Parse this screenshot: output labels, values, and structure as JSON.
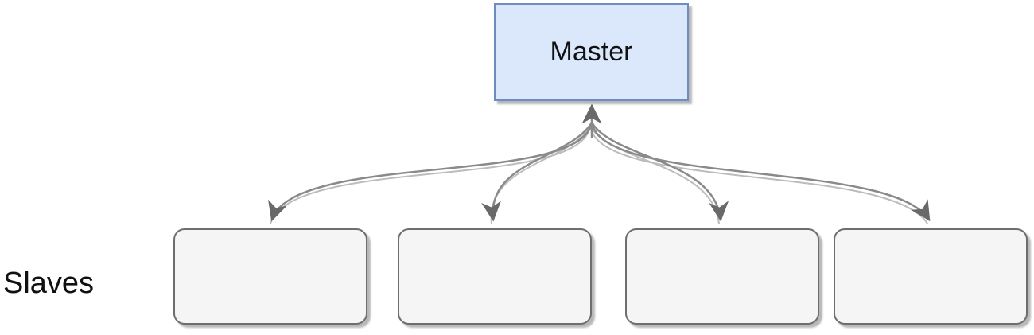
{
  "diagram": {
    "type": "master-slaves-architecture",
    "master": {
      "label": "Master"
    },
    "slaves": {
      "group_label": "Slaves",
      "boxes": [
        {
          "label": ""
        },
        {
          "label": ""
        },
        {
          "label": ""
        },
        {
          "label": ""
        }
      ]
    },
    "connections": [
      {
        "from": "master",
        "to": "slave-1",
        "bidirectional": true,
        "style": "curved"
      },
      {
        "from": "master",
        "to": "slave-2",
        "bidirectional": true,
        "style": "curved"
      },
      {
        "from": "master",
        "to": "slave-3",
        "bidirectional": true,
        "style": "curved"
      },
      {
        "from": "master",
        "to": "slave-4",
        "bidirectional": true,
        "style": "curved"
      }
    ],
    "colors": {
      "master_fill": "#dbe8fc",
      "master_border": "#6d8cbf",
      "slave_fill": "#f5f5f5",
      "slave_border": "#6e6e6e",
      "arrow_dark": "#8a8a8a",
      "arrow_light": "#bcbcbc",
      "arrowhead": "#696969",
      "text_color": "#111111",
      "background": "#ffffff"
    }
  }
}
